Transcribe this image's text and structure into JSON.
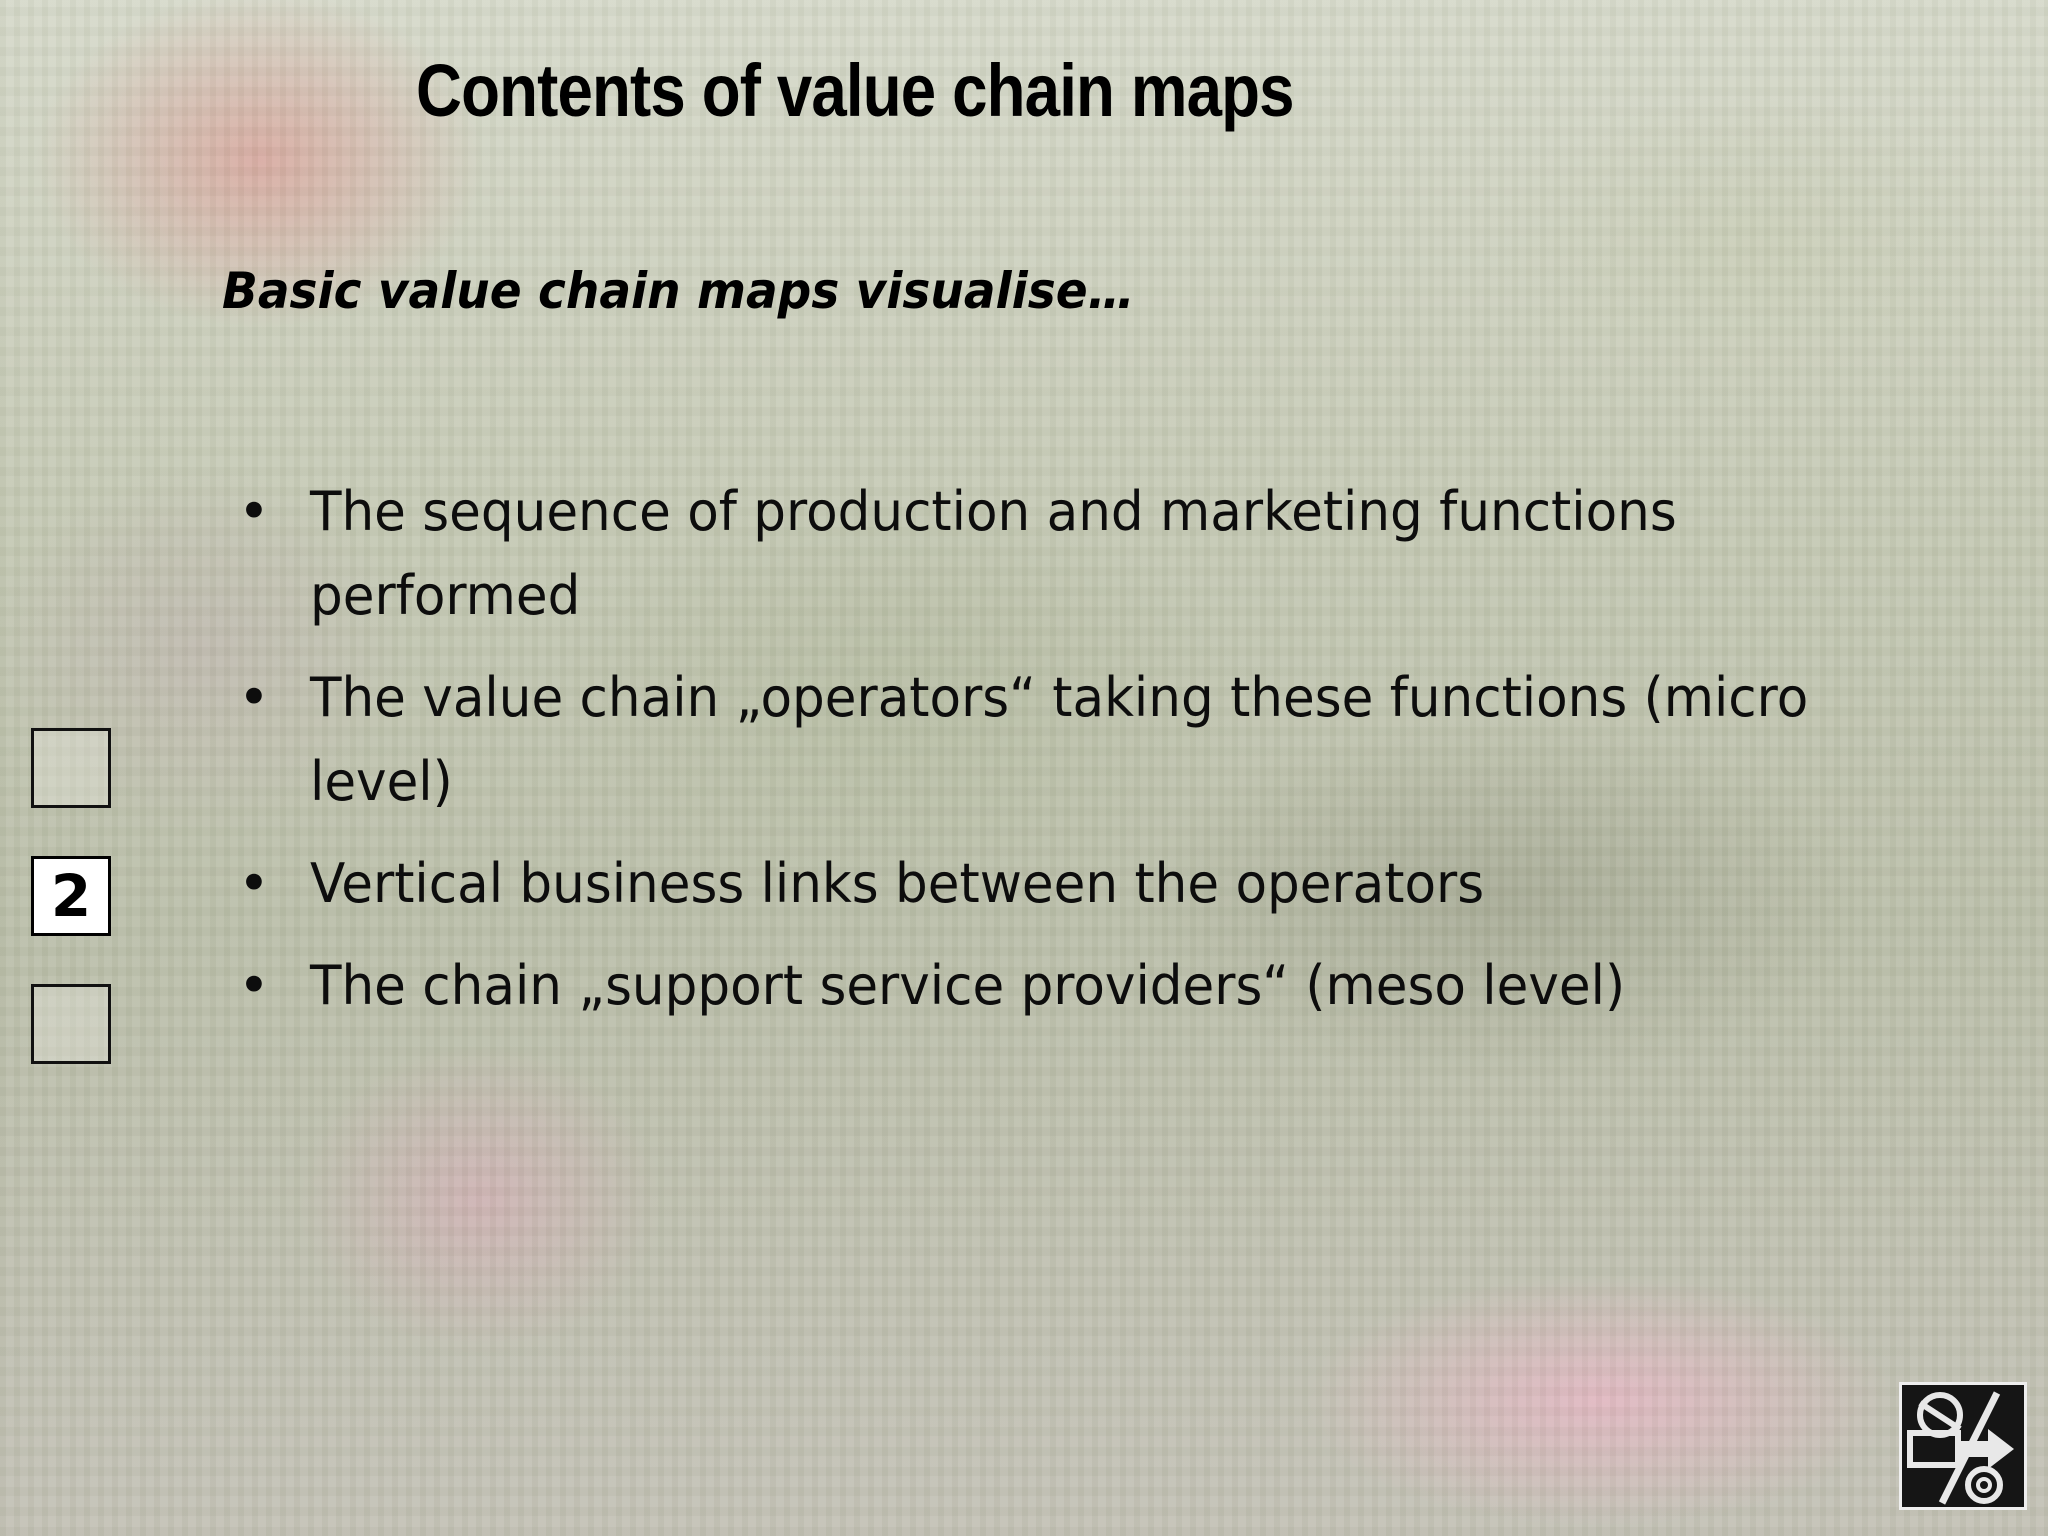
{
  "slide": {
    "title": "Contents of value chain maps",
    "subtitle": "Basic value chain maps visualise…",
    "bullets": [
      "The sequence of production and marketing functions performed",
      "The value chain „operators“ taking these functions (micro level)",
      "Vertical business links between the operators",
      "The chain „support service providers“ (meso level)"
    ],
    "bullet_glyph": "•"
  },
  "navigation": {
    "current_step": "2"
  },
  "icons": {
    "logo": "value-chain-logo-icon"
  }
}
